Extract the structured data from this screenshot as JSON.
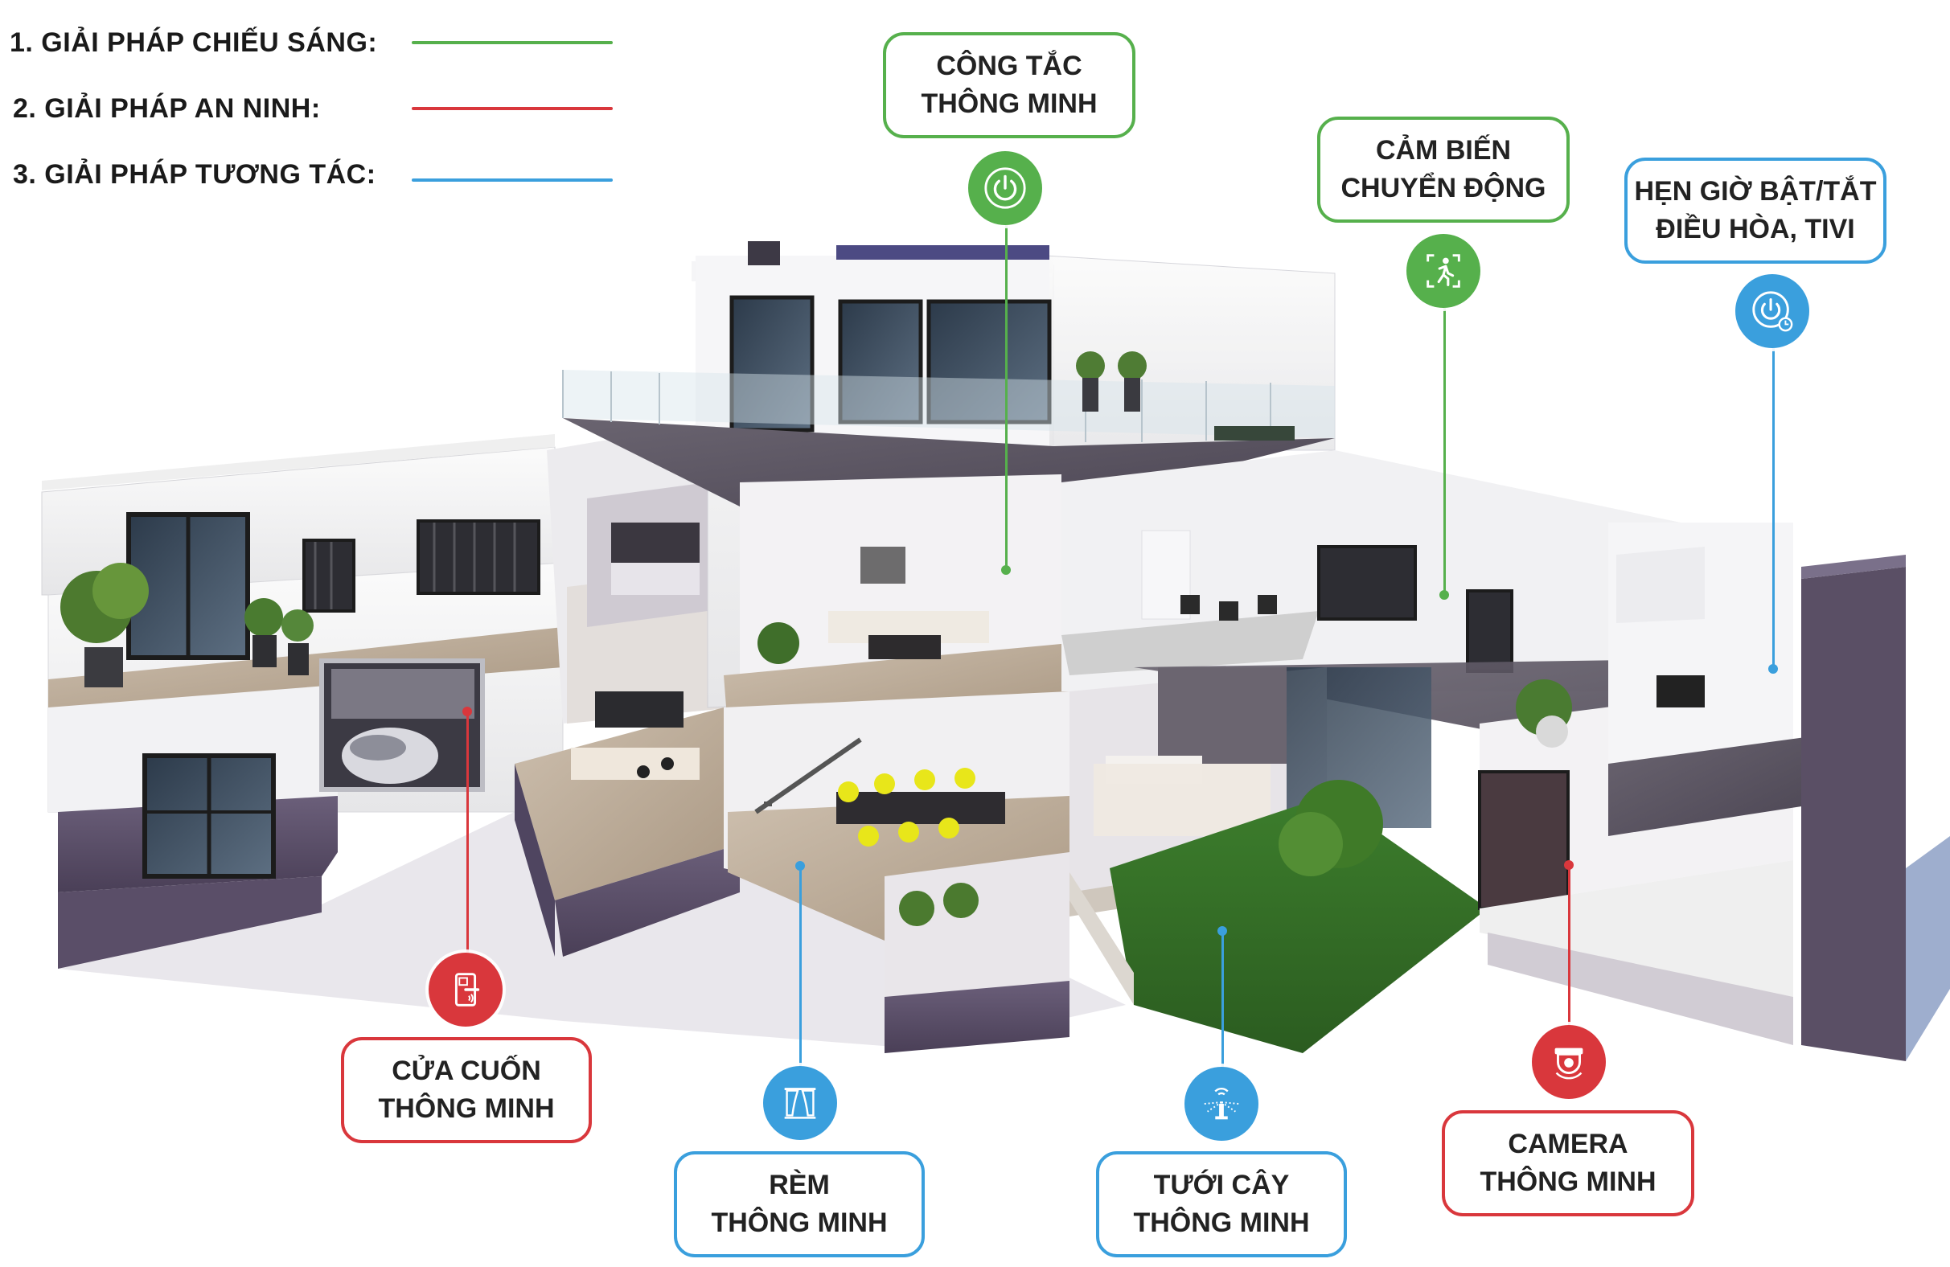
{
  "legend": [
    {
      "label": "1. GIẢI PHÁP CHIẾU SÁNG:",
      "color": "#56b04c"
    },
    {
      "label": "2. GIẢI PHÁP AN NINH:",
      "color": "#d9373c"
    },
    {
      "label": "3. GIẢI PHÁP TƯƠNG TÁC:",
      "color": "#3a9fdd"
    }
  ],
  "callouts": {
    "smart_switch": {
      "line1": "CÔNG TẮC",
      "line2": "THÔNG MINH",
      "icon": "power-icon",
      "category": "lighting"
    },
    "motion_sensor": {
      "line1": "CẢM BIẾN",
      "line2": "CHUYỂN ĐỘNG",
      "icon": "motion-sensor-icon",
      "category": "lighting"
    },
    "timer": {
      "line1": "HẸN GIỜ BẬT/TẮT",
      "line2": "ĐIỀU HÒA, TIVI",
      "icon": "timer-power-icon",
      "category": "interaction"
    },
    "roller_door": {
      "line1": "CỬA CUỐN",
      "line2": "THÔNG MINH",
      "icon": "smart-lock-icon",
      "category": "security"
    },
    "curtain": {
      "line1": "RÈM",
      "line2": "THÔNG MINH",
      "icon": "curtain-icon",
      "category": "interaction"
    },
    "watering": {
      "line1": "TƯỚI CÂY",
      "line2": "THÔNG MINH",
      "icon": "sprinkler-icon",
      "category": "interaction"
    },
    "camera": {
      "line1": "CAMERA",
      "line2": "THÔNG MINH",
      "icon": "camera-icon",
      "category": "security"
    }
  },
  "colors": {
    "lighting": "#56b04c",
    "security": "#d9373c",
    "interaction": "#3a9fdd"
  }
}
